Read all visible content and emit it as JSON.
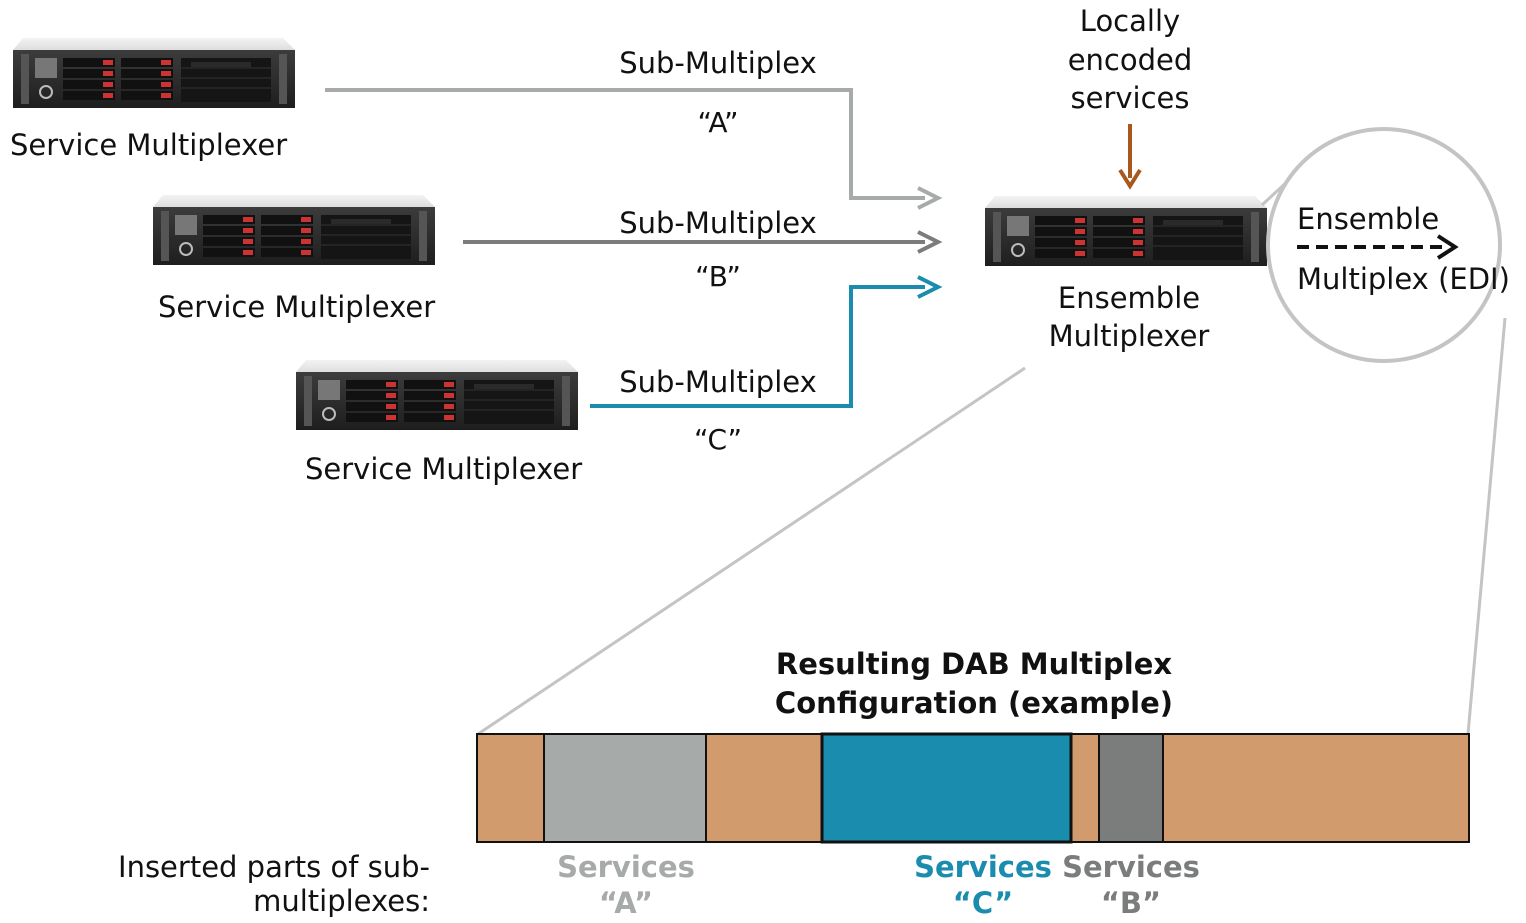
{
  "colors": {
    "sub_a": "#a6aaa9",
    "sub_b": "#7b7c7c",
    "sub_c": "#1a8cae",
    "ensemble_fill": "#d29b6e",
    "local_arrow": "#a9581d",
    "services_a_text": "#a6aaa9",
    "services_b_text": "#7b7c7c",
    "services_c_text": "#1a8cae"
  },
  "service_multiplexers": [
    {
      "label": "Service Multiplexer"
    },
    {
      "label": "Service Multiplexer"
    },
    {
      "label": "Service Multiplexer"
    }
  ],
  "links": [
    {
      "name": "Sub-Multiplex",
      "id": "“A”"
    },
    {
      "name": "Sub-Multiplex",
      "id": "“B”"
    },
    {
      "name": "Sub-Multiplex",
      "id": "“C”"
    }
  ],
  "local_input": {
    "line1": "Locally",
    "line2": "encoded",
    "line3": "services"
  },
  "ensemble_mux": {
    "line1": "Ensemble",
    "line2": "Multiplexer"
  },
  "output": {
    "line1": "Ensemble",
    "line2": "Multiplex (EDI)"
  },
  "result": {
    "title1": "Resulting DAB Multiplex",
    "title2": "Configuration (example)"
  },
  "legend": {
    "inserted_line1": "Inserted parts of sub-",
    "inserted_line2": "multiplexes:",
    "services_a": {
      "word": "Services",
      "id": "“A”"
    },
    "services_c": {
      "word": "Services",
      "id": "“C”"
    },
    "services_b": {
      "word": "Services",
      "id": "“B”"
    }
  }
}
